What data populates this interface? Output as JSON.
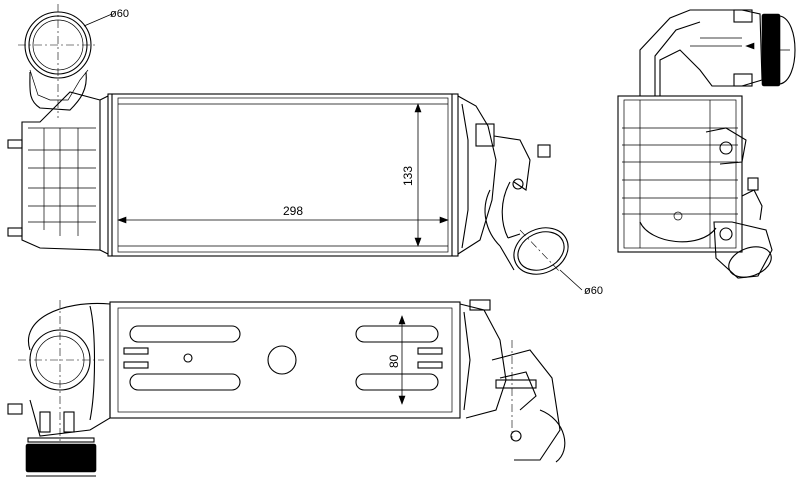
{
  "dimensions": {
    "inlet_diameter_top": "ø60",
    "outlet_diameter": "ø60",
    "width": "298",
    "height": "133",
    "depth": "80"
  },
  "colors": {
    "line": "#000000",
    "background": "#ffffff"
  }
}
